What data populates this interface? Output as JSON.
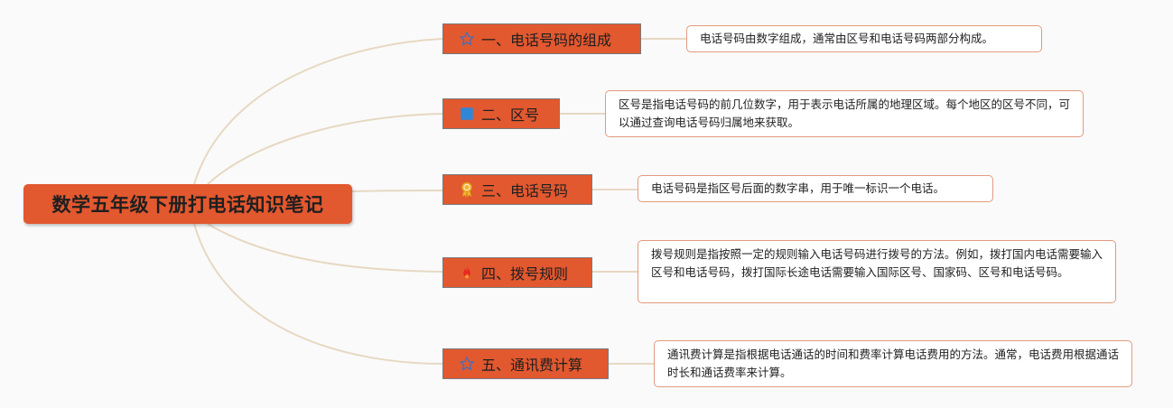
{
  "title": "数学五年级下册打电话知识笔记",
  "colors": {
    "accent": "#e2582f",
    "link": "#e7d8c2",
    "note_border": "#e39a7e"
  },
  "branches": [
    {
      "label": "一、电话号码的组成",
      "icon": "star-outline-icon",
      "note": "电话号码由数字组成，通常由区号和电话号码两部分构成。"
    },
    {
      "label": "二、区号",
      "icon": "blue-square-icon",
      "note": "区号是指电话号码的前几位数字，用于表示电话所属的地理区域。每个地区的区号不同，可以通过查询电话号码归属地来获取。"
    },
    {
      "label": "三、电话号码",
      "icon": "award-ribbon-icon",
      "note": "电话号码是指区号后面的数字串，用于唯一标识一个电话。"
    },
    {
      "label": "四、拨号规则",
      "icon": "fire-icon",
      "note": "拨号规则是指按照一定的规则输入电话号码进行拨号的方法。例如，拨打国内电话需要输入区号和电话号码，拨打国际长途电话需要输入国际区号、国家码、区号和电话号码。"
    },
    {
      "label": "五、通讯费计算",
      "icon": "star-outline-icon",
      "note": "通讯费计算是指根据电话通话的时间和费率计算电话费用的方法。通常，电话费用根据通话时长和通话费率来计算。"
    }
  ]
}
